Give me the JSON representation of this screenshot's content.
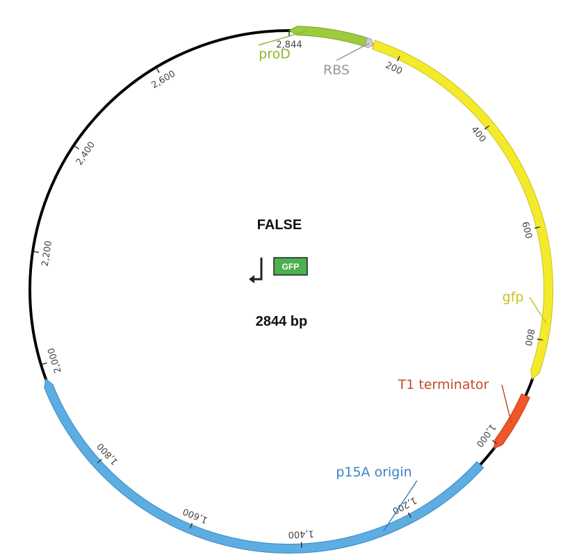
{
  "map": {
    "name": "FALSE",
    "size_label": "2844 bp",
    "total_bp": 2844,
    "backbone_color": "#000000",
    "glyph_label": "GFP",
    "glyph_color": "#4caf50"
  },
  "ticks": [
    {
      "bp": 200,
      "label": "200"
    },
    {
      "bp": 400,
      "label": "400"
    },
    {
      "bp": 600,
      "label": "600"
    },
    {
      "bp": 800,
      "label": "800"
    },
    {
      "bp": 1000,
      "label": "1,000"
    },
    {
      "bp": 1200,
      "label": "1,200"
    },
    {
      "bp": 1400,
      "label": "1,400"
    },
    {
      "bp": 1600,
      "label": "1,600"
    },
    {
      "bp": 1800,
      "label": "1,800"
    },
    {
      "bp": 2000,
      "label": "2,000"
    },
    {
      "bp": 2200,
      "label": "2,200"
    },
    {
      "bp": 2400,
      "label": "2,400"
    },
    {
      "bp": 2600,
      "label": "2,600"
    },
    {
      "bp": 2844,
      "label": "2,844"
    }
  ],
  "features": [
    {
      "id": "proD",
      "label": "proD",
      "start": 2844,
      "end": 136,
      "color": "#9ccc3d",
      "stroke": "#7aa12c",
      "label_color": "#8ab82c",
      "arrow": "start",
      "label_bp": 30
    },
    {
      "id": "RBS",
      "label": "RBS",
      "start": 136,
      "end": 150,
      "color": "#d0d0d0",
      "stroke": "#9a9a9a",
      "label_color": "#999999",
      "arrow": "end",
      "label_bp": 142
    },
    {
      "id": "gfp",
      "label": "gfp",
      "start": 150,
      "end": 871,
      "color": "#f3ea2c",
      "stroke": "#c9c21c",
      "label_color": "#c8c020",
      "arrow": "end",
      "label_bp": 770
    },
    {
      "id": "T1",
      "label": "T1 terminator",
      "start": 902,
      "end": 1010,
      "color": "#f0562a",
      "stroke": "#c24018",
      "label_color": "#c44a28",
      "arrow": "end",
      "label_bp": 956
    },
    {
      "id": "p15A",
      "label": "p15A origin",
      "start": 1047,
      "end": 1974,
      "color": "#5dade2",
      "stroke": "#3a86c0",
      "label_color": "#3b82c4",
      "arrow": "end",
      "label_bp": 1253
    }
  ]
}
